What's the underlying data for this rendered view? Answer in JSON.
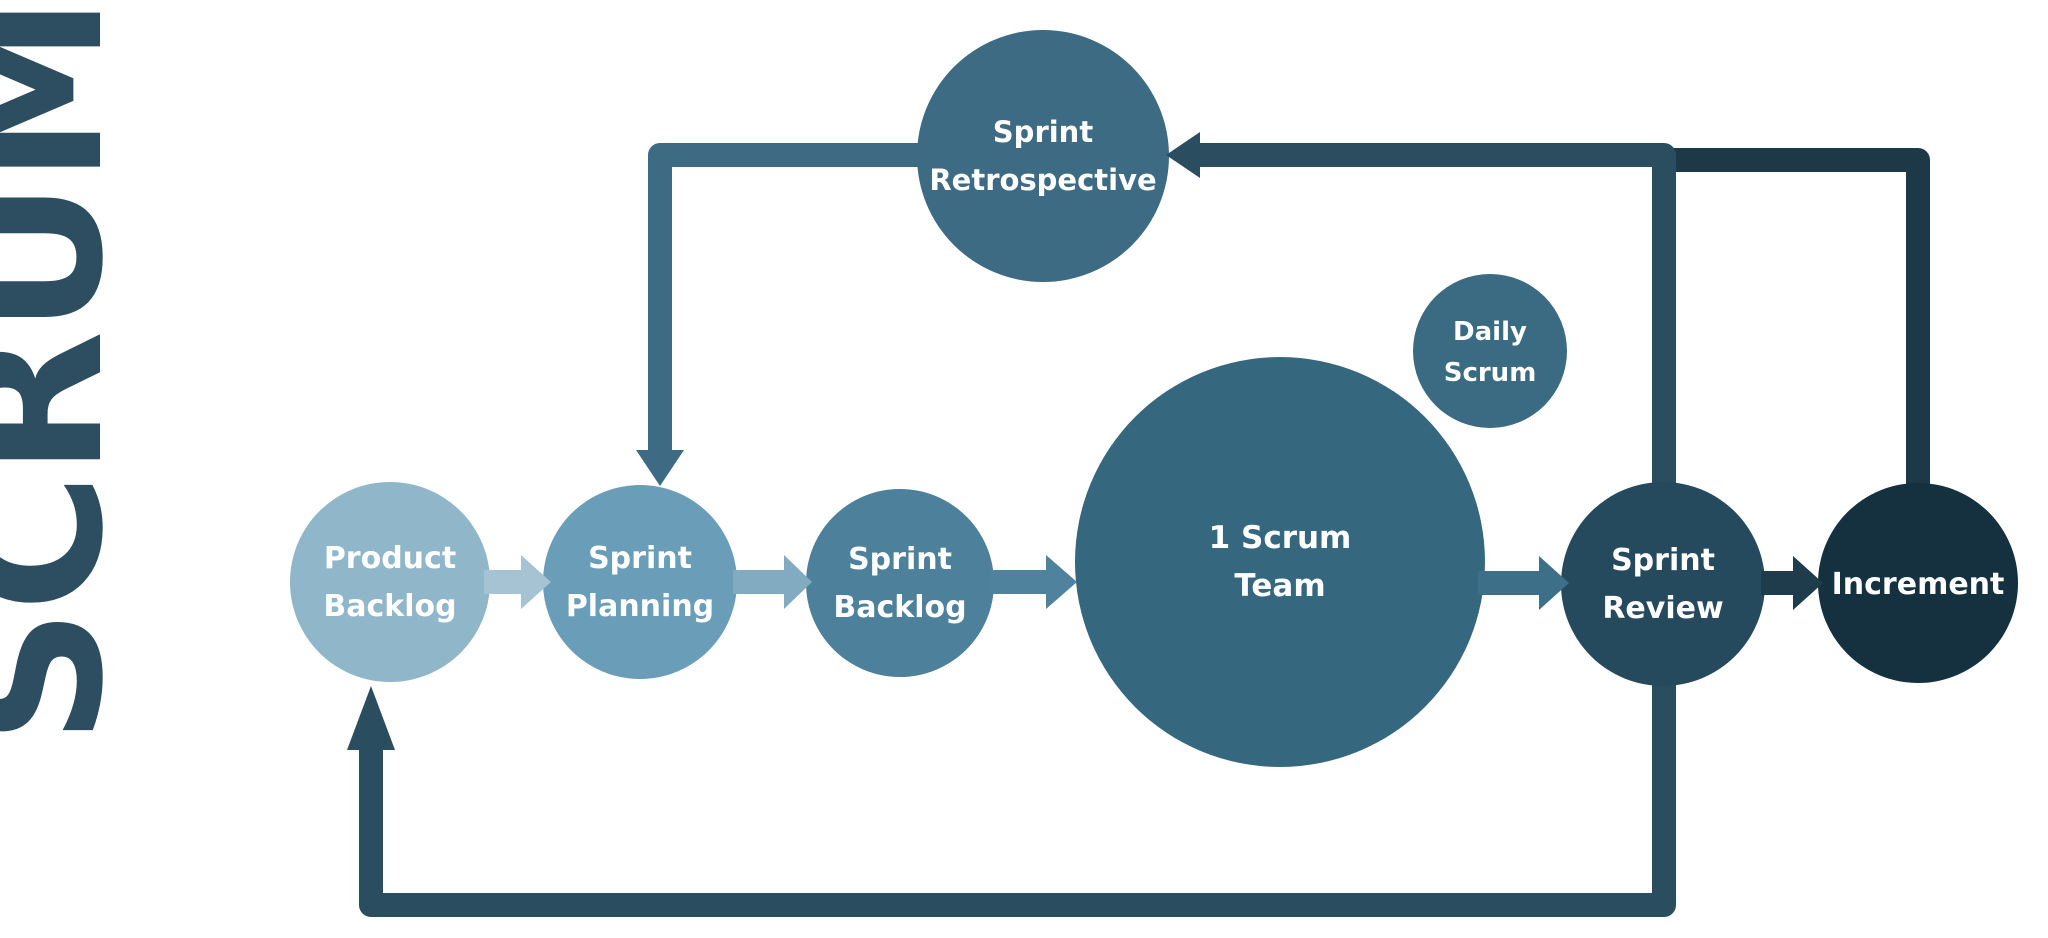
{
  "title": "SCRUM",
  "colors": {
    "background": "#FFFFFF",
    "title_text": "#2D4D60",
    "label_text": "#FFFFFF",
    "product_backlog": "#8FB6C9",
    "sprint_planning": "#6A9DB8",
    "sprint_backlog": "#4C809B",
    "scrum_team": "#35677F",
    "daily_scrum": "#3A6B83",
    "sprint_retrospective": "#3C6B83",
    "sprint_review": "#264A5D",
    "increment": "#15303E",
    "arrow_pb_to_sp": "#A5C3D3",
    "arrow_sp_to_sb": "#82ABC1",
    "arrow_sb_to_st": "#4F829C",
    "arrow_st_to_sr": "#3E6F88",
    "arrow_sr_to_inc": "#1F3C4C",
    "retro_loop": "#3C6B83",
    "review_loop": "#2B4D60",
    "increment_loop": "#1D3846"
  },
  "nodes": {
    "product_backlog": {
      "line1": "Product",
      "line2": "Backlog"
    },
    "sprint_planning": {
      "line1": "Sprint",
      "line2": "Planning"
    },
    "sprint_backlog": {
      "line1": "Sprint",
      "line2": "Backlog"
    },
    "scrum_team": {
      "line1": "1 Scrum",
      "line2": "Team"
    },
    "daily_scrum": {
      "line1": "Daily",
      "line2": "Scrum"
    },
    "sprint_retrospective": {
      "line1": "Sprint",
      "line2": "Retrospective"
    },
    "sprint_review": {
      "line1": "Sprint",
      "line2": "Review"
    },
    "increment": {
      "line1": "Increment"
    }
  }
}
